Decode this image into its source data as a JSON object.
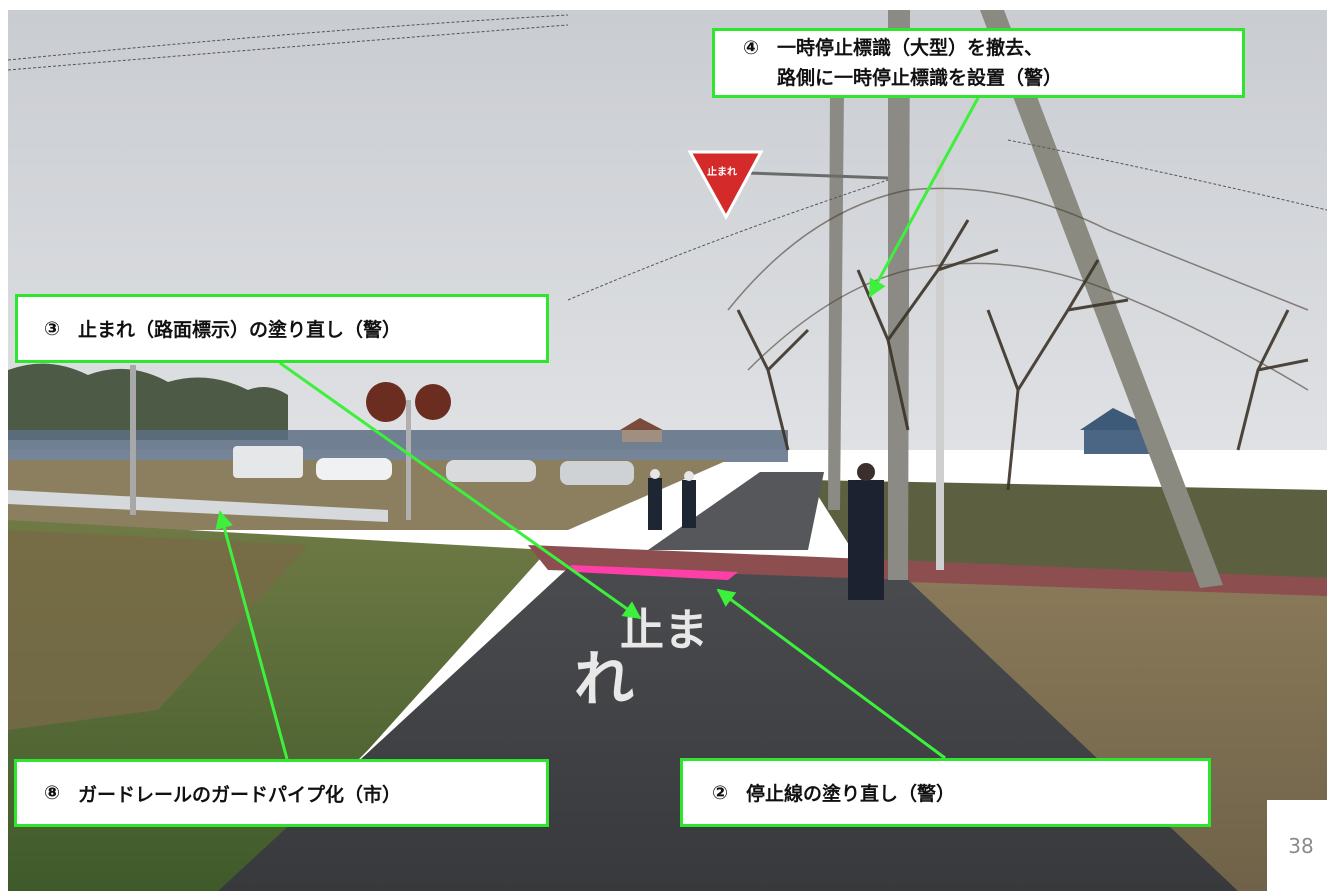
{
  "callouts": {
    "c4": {
      "number": "④",
      "line1": "一時停止標識（大型）を撤去、",
      "line2": "路側に一時停止標識を設置（警）"
    },
    "c3": {
      "number": "③",
      "text": "止まれ（路面標示）の塗り直し（警）"
    },
    "c8": {
      "number": "⑧",
      "text": "ガードレールのガードパイプ化（市）"
    },
    "c2": {
      "number": "②",
      "text": "停止線の塗り直し（警）"
    }
  },
  "stop_sign": {
    "text": "止まれ"
  },
  "road_marking": {
    "text_top": "止ま",
    "text_bottom": "れ"
  },
  "page_number": "38",
  "colors": {
    "callout_border": "#2ee62e",
    "arrow": "#3cf03c",
    "stop_line": "#ff3fa8",
    "stop_sign": "#d42a2a"
  }
}
